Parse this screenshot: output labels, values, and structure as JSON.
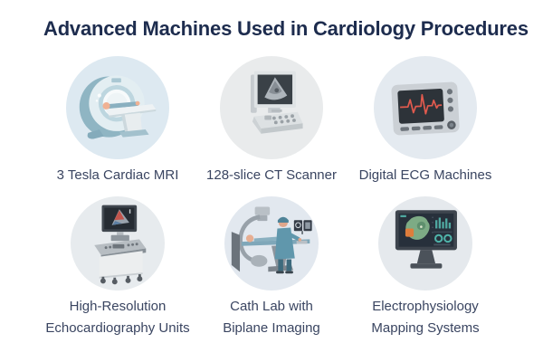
{
  "title": {
    "text": "Advanced Machines Used in Cardiology Procedures"
  },
  "colors": {
    "background": "#ffffff",
    "title_text": "#1d2c4e",
    "label_text": "#3a4561",
    "ecg_trace_red": "#e05a4e",
    "scrub_teal": "#6097ac",
    "map_green": "#7dab85",
    "map_orange": "#de7d3c"
  },
  "items": [
    {
      "icon": "mri-machine-icon",
      "circle_color": "#dde9f1",
      "label_lines": [
        "3 Tesla Cardiac MRI"
      ]
    },
    {
      "icon": "ultrasound-scanner-icon",
      "circle_color": "#e9ebec",
      "label_lines": [
        "128-slice CT Scanner"
      ]
    },
    {
      "icon": "ecg-monitor-icon",
      "circle_color": "#e4eaf0",
      "label_lines": [
        "Digital ECG Machines"
      ]
    },
    {
      "icon": "echocardiography-cart-icon",
      "circle_color": "#e7ebee",
      "label_lines": [
        "High-Resolution",
        "Echocardiography Units"
      ]
    },
    {
      "icon": "cath-lab-icon",
      "circle_color": "#e2e8ef",
      "label_lines": [
        "Cath Lab with",
        "Biplane Imaging"
      ]
    },
    {
      "icon": "ep-mapping-monitor-icon",
      "circle_color": "#e5e9ed",
      "label_lines": [
        "Electrophysiology",
        "Mapping Systems"
      ]
    }
  ]
}
